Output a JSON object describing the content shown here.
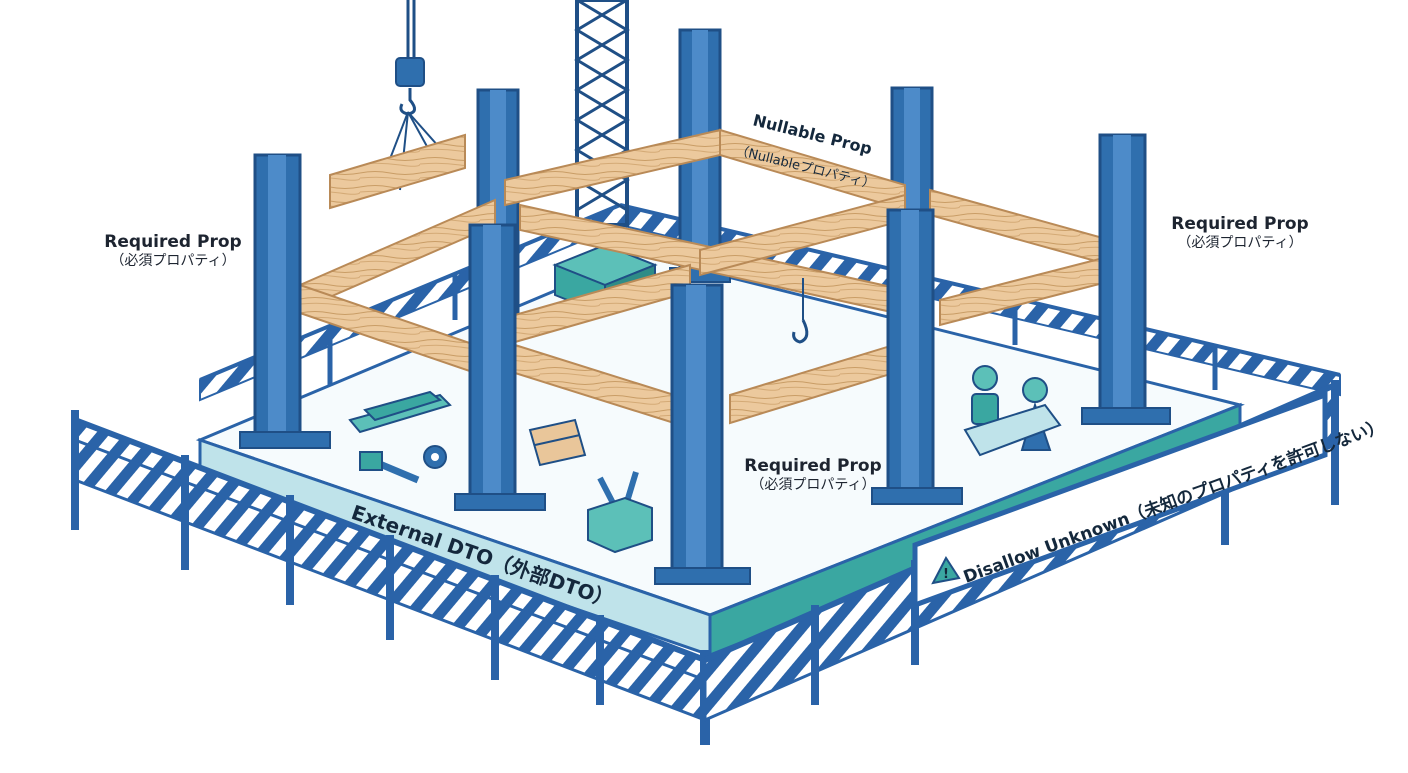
{
  "labels": {
    "required_left": {
      "en": "Required Prop",
      "jp": "（必須プロパティ）"
    },
    "required_right": {
      "en": "Required Prop",
      "jp": "（必須プロパティ）"
    },
    "required_center": {
      "en": "Required Prop",
      "jp": "（必須プロパティ）"
    },
    "nullable": {
      "en": "Nullable Prop",
      "jp": "（Nullableプロパティ）"
    },
    "base": "External DTO（外部DTO）",
    "sign": "Disallow Unknown（未知のプロパティを許可しない）"
  },
  "icons": [
    "crane-hook-icon",
    "warning-icon",
    "wrench-icon",
    "hammer-icon",
    "gear-icon",
    "hardhat-worker-icon"
  ],
  "colors": {
    "steel": "#2f6fae",
    "steel_dark": "#1f4f86",
    "wood": "#e9c69a",
    "wood_edge": "#b98a57",
    "base_light": "#bfe3ea",
    "base_teal": "#3aa7a1",
    "fence": "#2a63a8"
  }
}
